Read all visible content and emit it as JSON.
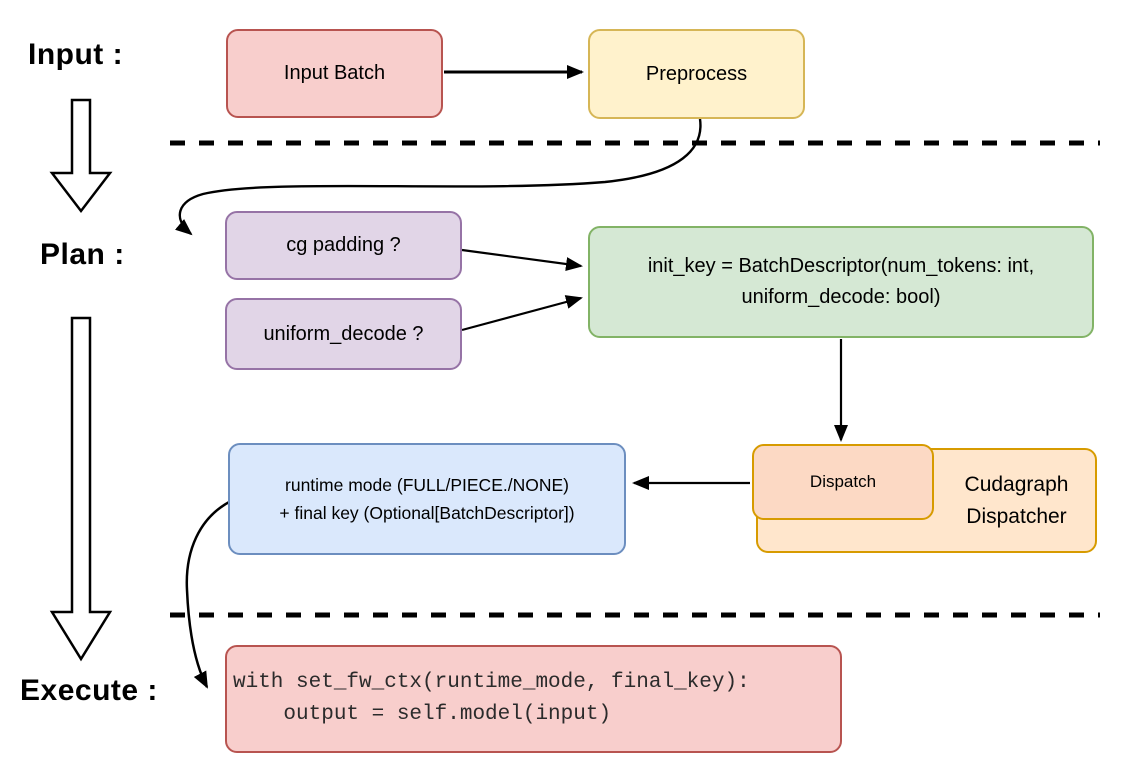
{
  "stage_labels": {
    "input": "Input :",
    "plan": "Plan :",
    "execute": "Execute :"
  },
  "nodes": {
    "input_batch": {
      "label": "Input Batch"
    },
    "preprocess": {
      "label": "Preprocess"
    },
    "cg_padding": {
      "label": "cg padding ?"
    },
    "uniform_decode": {
      "label": "uniform_decode ?"
    },
    "init_key": {
      "lines": [
        "init_key = BatchDescriptor(num_tokens: int,",
        "uniform_decode: bool)"
      ]
    },
    "runtime_mode": {
      "lines": [
        "runtime mode (FULL/PIECE./NONE)",
        "+ final key (Optional[BatchDescriptor])"
      ]
    },
    "dispatch": {
      "label": "Dispatch"
    },
    "cudagraph_dispatcher": {
      "lines": [
        "Cudagraph",
        "Dispatcher"
      ]
    },
    "execute_code": {
      "lines": [
        "with set_fw_ctx(runtime_mode, final_key):",
        "    output = self.model(input)"
      ]
    }
  },
  "colors": {
    "red_fill": "#f8cecc",
    "red_stroke": "#b85450",
    "yellow_fill": "#fff2cc",
    "yellow_stroke": "#d6b656",
    "purple_fill": "#e1d5e7",
    "purple_stroke": "#9673a6",
    "green_fill": "#d5e8d4",
    "green_stroke": "#82b366",
    "blue_fill": "#dae8fc",
    "blue_stroke": "#6c8ebf",
    "orange_fill": "#ffe6cc",
    "orange_stroke": "#d79b00",
    "peach_fill": "#fcd9c4",
    "connector": "#000000"
  }
}
